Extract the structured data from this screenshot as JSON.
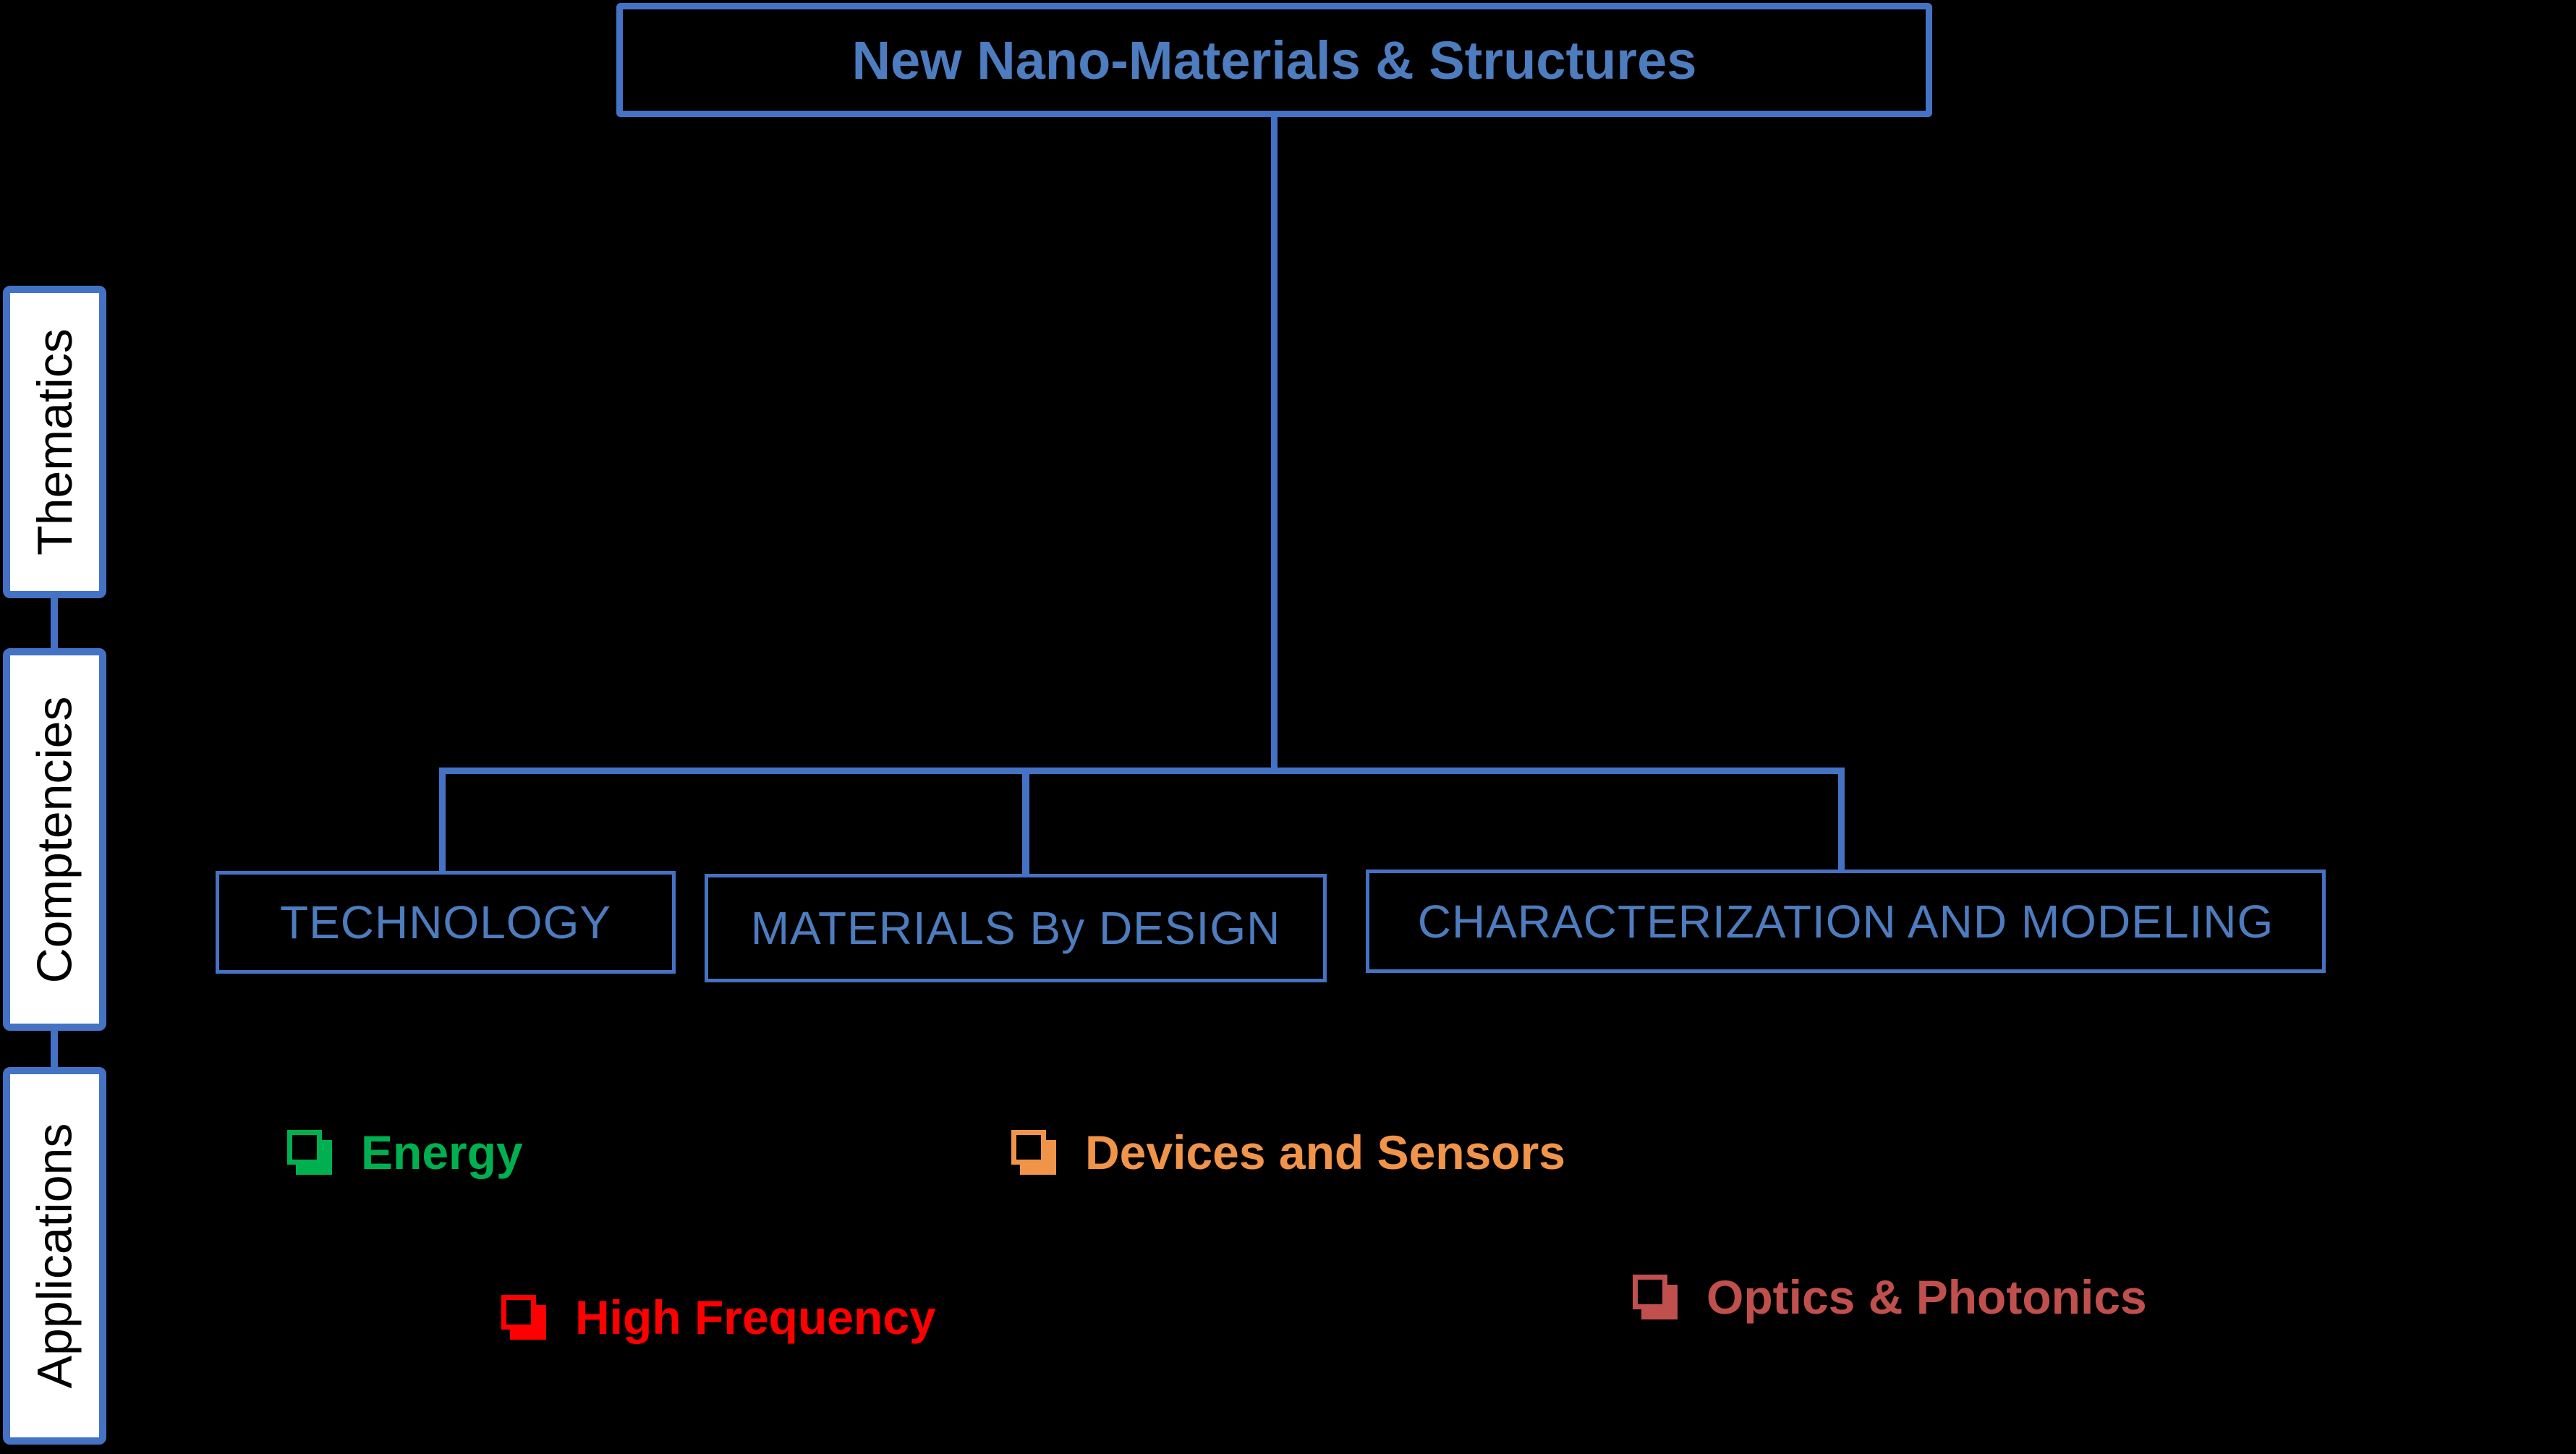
{
  "colors": {
    "accent_blue": "#4472C4",
    "text_blue": "#4D7CBF",
    "sidebar_text": "#000000",
    "sidebar_fill": "#FFFFFF",
    "background": "#000000"
  },
  "title": {
    "label": "New Nano-Materials & Structures"
  },
  "sidebar": {
    "items": [
      {
        "label": "Thematics"
      },
      {
        "label": "Comptencies"
      },
      {
        "label": "Applications"
      }
    ]
  },
  "competencies": {
    "boxes": [
      {
        "label": "TECHNOLOGY"
      },
      {
        "label": "MATERIALS By DESIGN"
      },
      {
        "label": "CHARACTERIZATION AND MODELING"
      }
    ]
  },
  "applications": {
    "bullet_icon": "shadowed-square-checkbox",
    "items": [
      {
        "label": "Energy",
        "color": "#00B050"
      },
      {
        "label": "Devices and Sensors",
        "color": "#F0944A"
      },
      {
        "label": "High Frequency",
        "color": "#FF0000"
      },
      {
        "label": "Optics & Photonics",
        "color": "#C0504D"
      }
    ]
  }
}
